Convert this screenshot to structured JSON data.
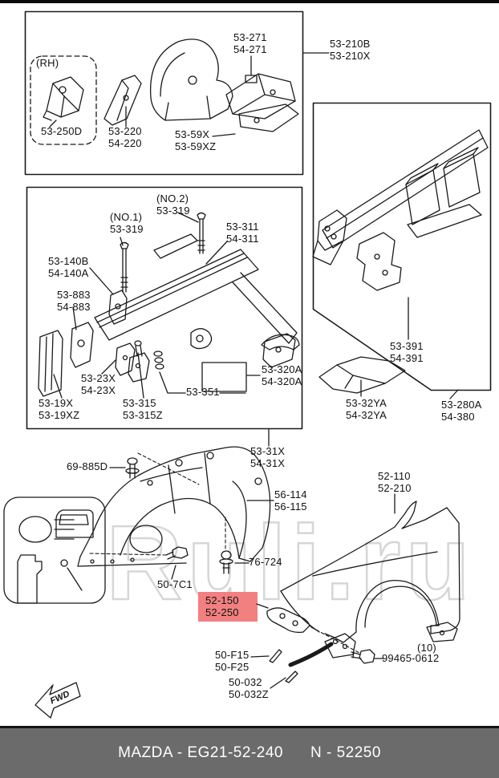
{
  "colors": {
    "highlight": "#f28080",
    "footer_bg": "#6b6b6b",
    "footer_text": "#ffffff",
    "watermark": "#d6d6d6",
    "line_art": "#1a1a1a"
  },
  "watermark": {
    "text": "Ruli.ru"
  },
  "box1": {
    "rh": "(RH)",
    "p53_250d": "53-250D",
    "p53_220": "53-220",
    "p54_220": "54-220",
    "p53_59x": "53-59X",
    "p53_59xz": "53-59XZ",
    "p53_271": "53-271",
    "p54_271": "54-271"
  },
  "ref210": {
    "l1": "53-210B",
    "l2": "53-210X"
  },
  "box2": {
    "no2": "(NO.2)",
    "no2_part": "53-319",
    "no1": "(NO.1)",
    "no1_part": "53-319",
    "p53_311": "53-311",
    "p54_311": "54-311",
    "p53_140b": "53-140B",
    "p54_140a": "54-140A",
    "p53_883": "53-883",
    "p54_883": "54-883",
    "p53_23x": "53-23X",
    "p54_23x": "54-23X",
    "p53_19x": "53-19X",
    "p53_19xz": "53-19XZ",
    "p53_315": "53-315",
    "p53_315z": "53-315Z",
    "p53_351": "53-351",
    "p53_320a": "53-320A",
    "p54_320a": "54-320A"
  },
  "box3": {
    "p53_391": "53-391",
    "p54_391": "54-391",
    "p53_32ya": "53-32YA",
    "p54_32ya": "54-32YA",
    "p53_280a": "53-280A",
    "p54_380": "54-380"
  },
  "mid": {
    "p69_885d": "69-885D",
    "p53_31x": "53-31X",
    "p54_31x": "54-31X",
    "p56_114": "56-114",
    "p56_115": "56-115",
    "p76_724": "76-724",
    "p50_7c1": "50-7C1",
    "p52_110": "52-110",
    "p52_210": "52-210",
    "hl1": "52-150",
    "hl2": "52-250",
    "p50_f15": "50-F15",
    "p50_f25": "50-F25",
    "p50_032": "50-032",
    "p50_032z": "50-032Z",
    "qty": "(10)",
    "p99465": "99465-0612",
    "fwd": "FWD"
  },
  "footer": {
    "left": "MAZDA - EG21-52-240",
    "right": "N - 52250"
  }
}
